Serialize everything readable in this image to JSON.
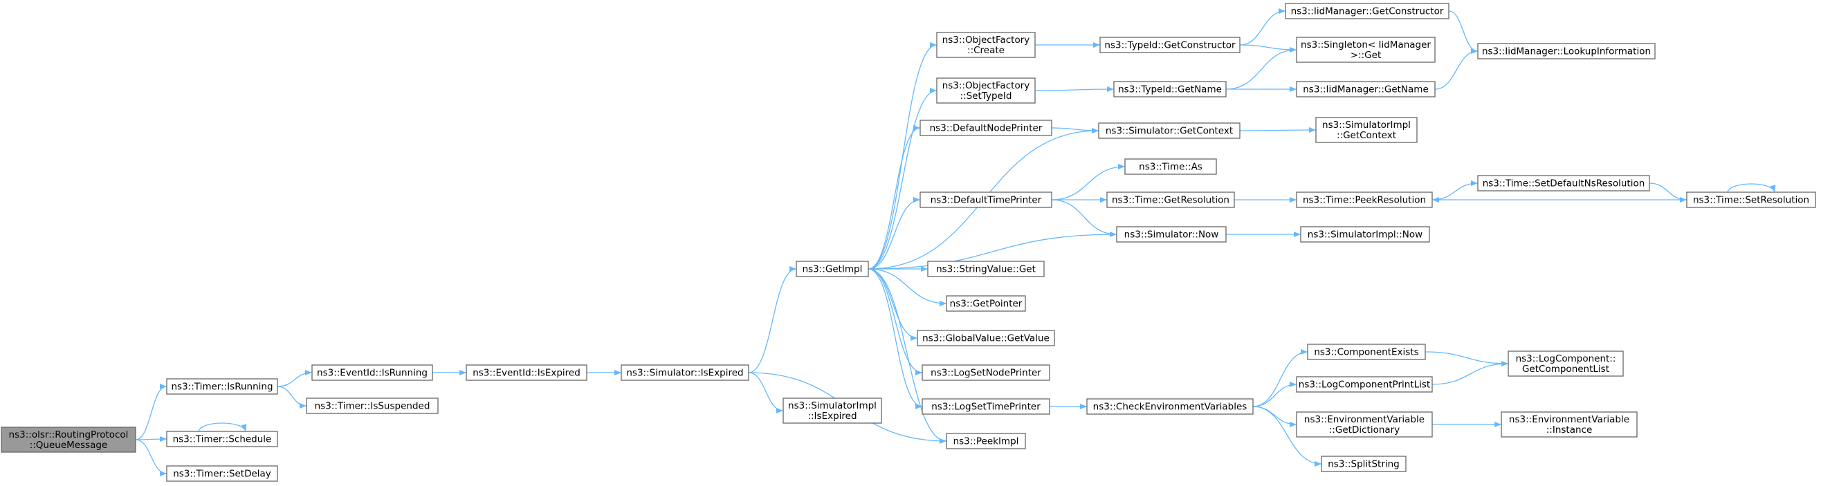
{
  "graph": {
    "type": "call-graph",
    "nodes": [
      {
        "id": "root",
        "lines": [
          "ns3::olsr::RoutingProtocol",
          "::QueueMessage"
        ],
        "root": true
      },
      {
        "id": "timer_isrunning",
        "lines": [
          "ns3::Timer::IsRunning"
        ]
      },
      {
        "id": "timer_schedule",
        "lines": [
          "ns3::Timer::Schedule"
        ]
      },
      {
        "id": "timer_setdelay",
        "lines": [
          "ns3::Timer::SetDelay"
        ]
      },
      {
        "id": "eventid_isrunning",
        "lines": [
          "ns3::EventId::IsRunning"
        ]
      },
      {
        "id": "timer_issuspended",
        "lines": [
          "ns3::Timer::IsSuspended"
        ]
      },
      {
        "id": "eventid_isexpired",
        "lines": [
          "ns3::EventId::IsExpired"
        ]
      },
      {
        "id": "sim_isexpired",
        "lines": [
          "ns3::Simulator::IsExpired"
        ]
      },
      {
        "id": "getimpl",
        "lines": [
          "ns3::GetImpl"
        ]
      },
      {
        "id": "simimpl_isexpired",
        "lines": [
          "ns3::SimulatorImpl",
          "::IsExpired"
        ]
      },
      {
        "id": "of_create",
        "lines": [
          "ns3::ObjectFactory",
          "::Create"
        ]
      },
      {
        "id": "of_settypeid",
        "lines": [
          "ns3::ObjectFactory",
          "::SetTypeId"
        ]
      },
      {
        "id": "defaultnodeprinter",
        "lines": [
          "ns3::DefaultNodePrinter"
        ]
      },
      {
        "id": "defaulttimeprinter",
        "lines": [
          "ns3::DefaultTimePrinter"
        ]
      },
      {
        "id": "stringvalue_get",
        "lines": [
          "ns3::StringValue::Get"
        ]
      },
      {
        "id": "getpointer",
        "lines": [
          "ns3::GetPointer"
        ]
      },
      {
        "id": "globalvalue_getvalue",
        "lines": [
          "ns3::GlobalValue::GetValue"
        ]
      },
      {
        "id": "logsetnodeprinter",
        "lines": [
          "ns3::LogSetNodePrinter"
        ]
      },
      {
        "id": "logsettimeprinter",
        "lines": [
          "ns3::LogSetTimePrinter"
        ]
      },
      {
        "id": "peekimpl",
        "lines": [
          "ns3::PeekImpl"
        ]
      },
      {
        "id": "typeid_getconstructor",
        "lines": [
          "ns3::TypeId::GetConstructor"
        ]
      },
      {
        "id": "typeid_getname",
        "lines": [
          "ns3::TypeId::GetName"
        ]
      },
      {
        "id": "sim_getcontext",
        "lines": [
          "ns3::Simulator::GetContext"
        ]
      },
      {
        "id": "time_as",
        "lines": [
          "ns3::Time::As"
        ]
      },
      {
        "id": "time_getresolution",
        "lines": [
          "ns3::Time::GetResolution"
        ]
      },
      {
        "id": "sim_now",
        "lines": [
          "ns3::Simulator::Now"
        ]
      },
      {
        "id": "checkenv",
        "lines": [
          "ns3::CheckEnvironmentVariables"
        ]
      },
      {
        "id": "iid_getconstructor",
        "lines": [
          "ns3::IidManager::GetConstructor"
        ]
      },
      {
        "id": "singleton_get",
        "lines": [
          "ns3::Singleton< IidManager",
          " >::Get"
        ]
      },
      {
        "id": "iid_getname",
        "lines": [
          "ns3::IidManager::GetName"
        ]
      },
      {
        "id": "simimpl_getcontext",
        "lines": [
          "ns3::SimulatorImpl",
          "::GetContext"
        ]
      },
      {
        "id": "time_peekresolution",
        "lines": [
          "ns3::Time::PeekResolution"
        ]
      },
      {
        "id": "simimpl_now",
        "lines": [
          "ns3::SimulatorImpl::Now"
        ]
      },
      {
        "id": "componentexists",
        "lines": [
          "ns3::ComponentExists"
        ]
      },
      {
        "id": "logcomponentprintlist",
        "lines": [
          "ns3::LogComponentPrintList"
        ]
      },
      {
        "id": "envvar_getdictionary",
        "lines": [
          "ns3::EnvironmentVariable",
          "::GetDictionary"
        ]
      },
      {
        "id": "splitstring",
        "lines": [
          "ns3::SplitString"
        ]
      },
      {
        "id": "iid_lookupinformation",
        "lines": [
          "ns3::IidManager::LookupInformation"
        ]
      },
      {
        "id": "time_setdefaultnsresolution",
        "lines": [
          "ns3::Time::SetDefaultNsResolution"
        ]
      },
      {
        "id": "time_setresolution",
        "lines": [
          "ns3::Time::SetResolution"
        ]
      },
      {
        "id": "logcomponent_getcomponentlist",
        "lines": [
          "ns3::LogComponent::",
          "GetComponentList"
        ]
      },
      {
        "id": "envvar_instance",
        "lines": [
          "ns3::EnvironmentVariable",
          "::Instance"
        ]
      }
    ],
    "edges": [
      [
        "root",
        "timer_isrunning"
      ],
      [
        "root",
        "timer_schedule"
      ],
      [
        "root",
        "timer_setdelay"
      ],
      [
        "timer_isrunning",
        "eventid_isrunning"
      ],
      [
        "timer_isrunning",
        "timer_issuspended"
      ],
      [
        "timer_schedule",
        "timer_schedule"
      ],
      [
        "eventid_isrunning",
        "eventid_isexpired"
      ],
      [
        "eventid_isexpired",
        "sim_isexpired"
      ],
      [
        "sim_isexpired",
        "getimpl"
      ],
      [
        "sim_isexpired",
        "simimpl_isexpired"
      ],
      [
        "sim_isexpired",
        "peekimpl"
      ],
      [
        "getimpl",
        "of_create"
      ],
      [
        "getimpl",
        "of_settypeid"
      ],
      [
        "getimpl",
        "defaultnodeprinter"
      ],
      [
        "getimpl",
        "defaulttimeprinter"
      ],
      [
        "getimpl",
        "sim_getcontext"
      ],
      [
        "getimpl",
        "stringvalue_get"
      ],
      [
        "getimpl",
        "getpointer"
      ],
      [
        "getimpl",
        "globalvalue_getvalue"
      ],
      [
        "getimpl",
        "logsetnodeprinter"
      ],
      [
        "getimpl",
        "logsettimeprinter"
      ],
      [
        "getimpl",
        "peekimpl"
      ],
      [
        "sim_now",
        "getimpl"
      ],
      [
        "of_create",
        "typeid_getconstructor"
      ],
      [
        "of_settypeid",
        "typeid_getname"
      ],
      [
        "defaultnodeprinter",
        "sim_getcontext"
      ],
      [
        "defaulttimeprinter",
        "time_as"
      ],
      [
        "defaulttimeprinter",
        "time_getresolution"
      ],
      [
        "defaulttimeprinter",
        "sim_now"
      ],
      [
        "logsettimeprinter",
        "checkenv"
      ],
      [
        "typeid_getconstructor",
        "iid_getconstructor"
      ],
      [
        "typeid_getconstructor",
        "singleton_get"
      ],
      [
        "typeid_getname",
        "singleton_get"
      ],
      [
        "typeid_getname",
        "iid_getname"
      ],
      [
        "sim_getcontext",
        "simimpl_getcontext"
      ],
      [
        "time_getresolution",
        "time_peekresolution"
      ],
      [
        "sim_now",
        "simimpl_now"
      ],
      [
        "checkenv",
        "componentexists"
      ],
      [
        "checkenv",
        "logcomponentprintlist"
      ],
      [
        "checkenv",
        "envvar_getdictionary"
      ],
      [
        "checkenv",
        "splitstring"
      ],
      [
        "iid_getconstructor",
        "iid_lookupinformation"
      ],
      [
        "iid_getname",
        "iid_lookupinformation"
      ],
      [
        "time_peekresolution",
        "time_setdefaultnsresolution"
      ],
      [
        "time_setdefaultnsresolution",
        "time_setresolution"
      ],
      [
        "time_setresolution",
        "time_peekresolution"
      ],
      [
        "time_setresolution",
        "time_setresolution"
      ],
      [
        "componentexists",
        "logcomponent_getcomponentlist"
      ],
      [
        "logcomponentprintlist",
        "logcomponent_getcomponentlist"
      ],
      [
        "envvar_getdictionary",
        "envvar_instance"
      ]
    ]
  },
  "colors": {
    "edge": "#63b8ff",
    "node_border": "#666666",
    "node_fill": "#ffffff",
    "root_fill": "#999999"
  }
}
